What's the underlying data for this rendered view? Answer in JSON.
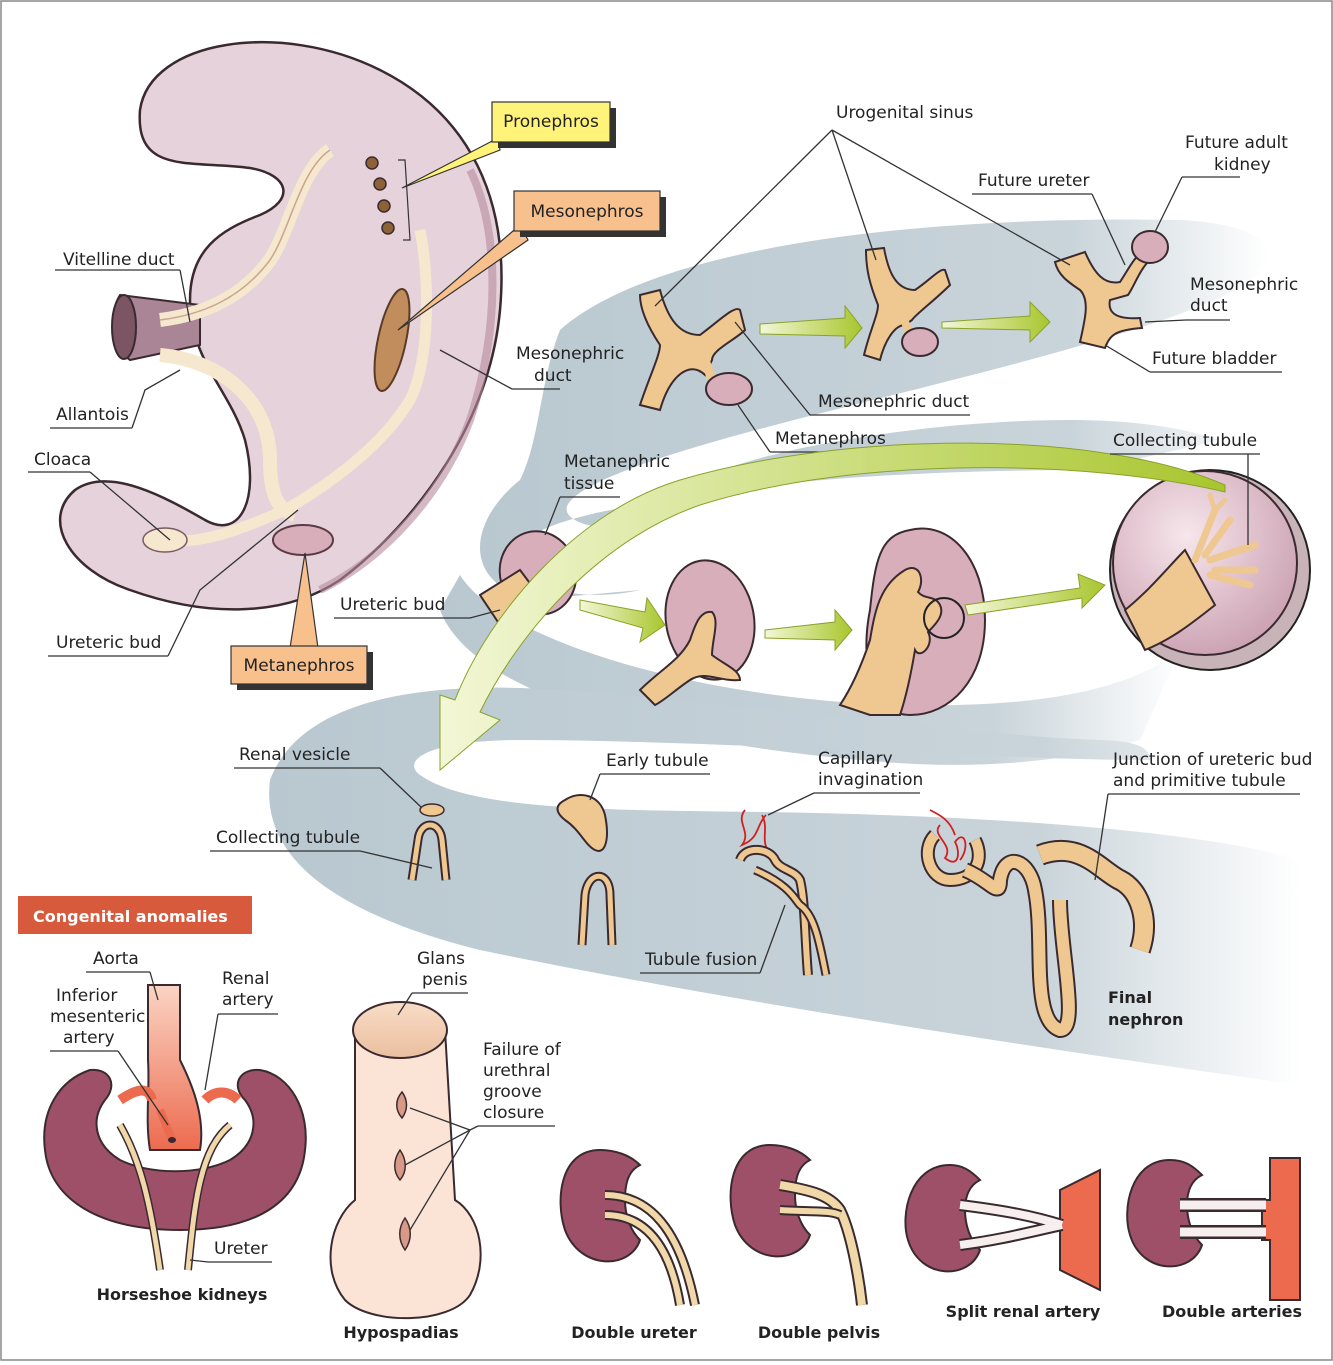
{
  "labels": {
    "pronephros": "Pronephros",
    "mesonephros": "Mesonephros",
    "metanephros_box": "Metanephros",
    "vitelline_duct": "Vitelline duct",
    "allantois": "Allantois",
    "cloaca": "Cloaca",
    "ureteric_bud_left": "Ureteric bud",
    "mesonephric_duct_left": [
      "Mesonephric",
      "duct"
    ],
    "urogenital_sinus": "Urogenital sinus",
    "future_adult_kidney": [
      "Future adult",
      "kidney"
    ],
    "future_ureter": "Future ureter",
    "mesonephric_duct_right": [
      "Mesonephric",
      "duct"
    ],
    "future_bladder": "Future bladder",
    "mesonephric_duct_mid": "Mesonephric duct",
    "metanephros": "Metanephros",
    "metanephric_tissue": [
      "Metanephric",
      "tissue"
    ],
    "collecting_tubule_top": "Collecting tubule",
    "ureteric_bud_mid": "Ureteric bud",
    "renal_vesicle": "Renal vesicle",
    "early_tubule": "Early tubule",
    "capillary_invagination": [
      "Capillary",
      "invagination"
    ],
    "junction": [
      "Junction of ureteric bud",
      "and primitive tubule"
    ],
    "collecting_tubule_bottom": "Collecting tubule",
    "tubule_fusion": "Tubule fusion",
    "final_nephron": [
      "Final",
      "nephron"
    ],
    "congenital_anomalies": "Congenital anomalies",
    "aorta": "Aorta",
    "inferior_mesenteric_artery": [
      "Inferior",
      "mesenteric",
      "artery"
    ],
    "renal_artery": [
      "Renal",
      "artery"
    ],
    "ureter": "Ureter",
    "horseshoe_kidneys": "Horseshoe kidneys",
    "glans_penis": [
      "Glans",
      "penis"
    ],
    "failure_groove": [
      "Failure of",
      "urethral",
      "groove",
      "closure"
    ],
    "hypospadias": "Hypospadias",
    "double_ureter": "Double ureter",
    "double_pelvis": "Double pelvis",
    "split_renal_artery": "Split renal artery",
    "double_arteries": "Double arteries"
  },
  "colors": {
    "embryo": "#e5d2da",
    "kidney_pink": "#d9aebb",
    "kidney_dark": "#9e5069",
    "duct_cream": "#f6dfb0",
    "callout_yellow": "#fff37a",
    "callout_orange": "#f8c08d",
    "banner_red": "#d85a3c",
    "artery_red": "#ec6b4f",
    "arrow_green": "#bcd24a",
    "swirl": "#c4d0d7"
  }
}
